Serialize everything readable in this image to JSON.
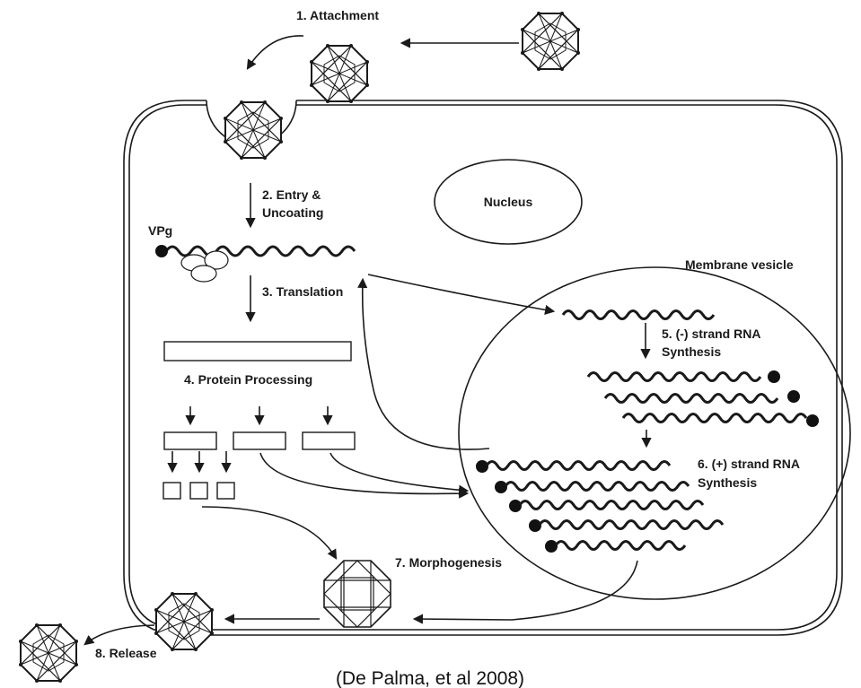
{
  "labels": {
    "attachment": "1. Attachment",
    "entry_1": "2. Entry &",
    "entry_2": "Uncoating",
    "vpg": "VPg",
    "translation": "3. Translation",
    "protein_processing": "4. Protein Processing",
    "nucleus": "Nucleus",
    "membrane_vesicle": "Membrane vesicle",
    "neg_strand_1": "5. (-) strand RNA",
    "neg_strand_2": "Synthesis",
    "pos_strand_1": "6. (+) strand RNA",
    "pos_strand_2": "Synthesis",
    "morphogenesis": "7. Morphogenesis",
    "release": "8. Release"
  },
  "caption": "(De Palma, et al 2008)"
}
